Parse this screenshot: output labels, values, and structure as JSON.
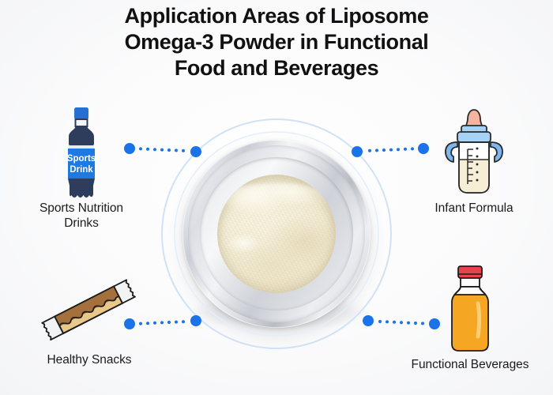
{
  "title": {
    "line1": "Application Areas of Liposome",
    "line2": "Omega-3 Powder in Functional",
    "line3": "Food and Beverages"
  },
  "center": {
    "name": "liposome-omega3-powder-jar",
    "description": "Open glass jar filled with cream-colored omega-3 powder"
  },
  "ring": {
    "color": "#cfe2f7",
    "node_color": "#1a73e8",
    "connector_color": "#1a73e8"
  },
  "items": [
    {
      "id": "sports",
      "label": "Sports Nutrition\nDrinks",
      "label_line1": "Sports Nutrition",
      "label_line2": "Drinks",
      "icon": "sports-drink-bottle-icon",
      "bottle_label_line1": "Sports",
      "bottle_label_line2": "Drink",
      "colors": {
        "cap": "#2470d3",
        "body": "#2e3d5c",
        "label": "#1e7ae0",
        "label_text": "#ffffff"
      }
    },
    {
      "id": "infant",
      "label": "Infant Formula",
      "label_line1": "Infant Formula",
      "icon": "baby-bottle-icon",
      "colors": {
        "nipple": "#f4b5a0",
        "collar": "#a8d2f5",
        "handle": "#7cb8ee",
        "milk": "#f7eed6",
        "outline": "#2b2b2b"
      }
    },
    {
      "id": "snacks",
      "label": "Healthy Snacks",
      "label_line1": "Healthy Snacks",
      "icon": "granola-bar-icon",
      "colors": {
        "wrapper": "#f2f3f4",
        "chocolate": "#a4703c",
        "bar": "#e9c88a",
        "outline": "#1c1c1c"
      }
    },
    {
      "id": "funcbev",
      "label": "Functional Beverages",
      "label_line1": "Functional Beverages",
      "icon": "juice-bottle-icon",
      "colors": {
        "cap": "#e8434c",
        "juice": "#f5a623",
        "neck": "#fdfdfd",
        "outline": "#1c1c1c"
      }
    }
  ]
}
